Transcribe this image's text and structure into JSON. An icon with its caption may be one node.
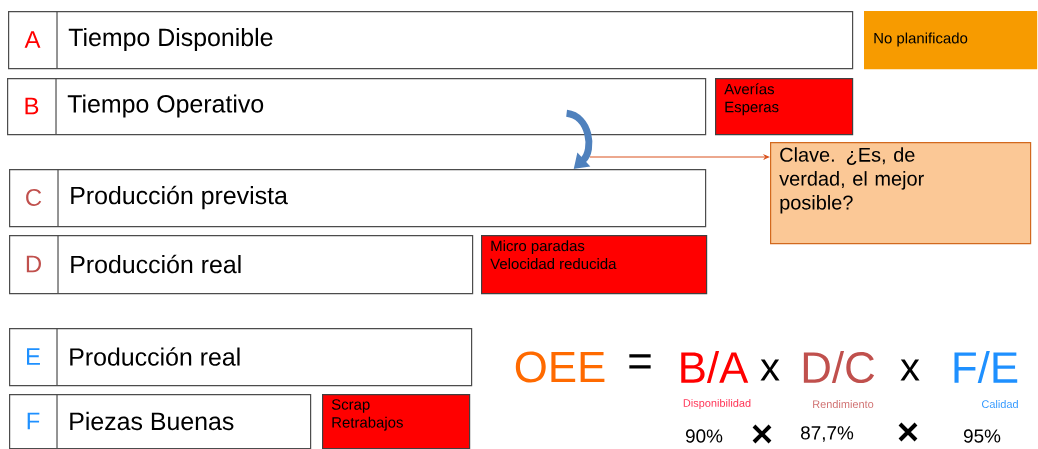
{
  "diagram": {
    "nodes": [
      {
        "text": [
          "A",
          "Tiempo Disponible"
        ]
      },
      {
        "text": [
          "No planificado"
        ]
      },
      {
        "text": [
          "B",
          "Tiempo Operativo"
        ]
      },
      {
        "text": [
          "Averías",
          "Esperas"
        ]
      },
      {
        "text": [
          "Clave. ¿Es, de verdad, el mejor posible?"
        ]
      },
      {
        "text": [
          "C",
          "Producción prevista"
        ]
      },
      {
        "text": [
          "D",
          "Producción real"
        ]
      },
      {
        "text": [
          "Micro paradas",
          "Velocidad reducida"
        ]
      },
      {
        "text": [
          "E",
          "Producción real"
        ]
      },
      {
        "text": [
          "F",
          "Piezas Buenas"
        ]
      },
      {
        "text": [
          "Scrap",
          "Retrabajos"
        ]
      }
    ],
    "edges": [
      {
        "from": 2,
        "to": 5,
        "arrow": "to",
        "style": "thick",
        "color": "#4f81bd"
      },
      {
        "from": null,
        "to": 4,
        "arrow": "to",
        "color": "#d9531e"
      }
    ],
    "labels": [
      "OEE",
      "=",
      "B/A",
      "x",
      "D/C",
      "x",
      "F/E",
      "Disponibilidad",
      "Rendimiento",
      "Calidad",
      "90%",
      "87,7%",
      "95%"
    ]
  }
}
